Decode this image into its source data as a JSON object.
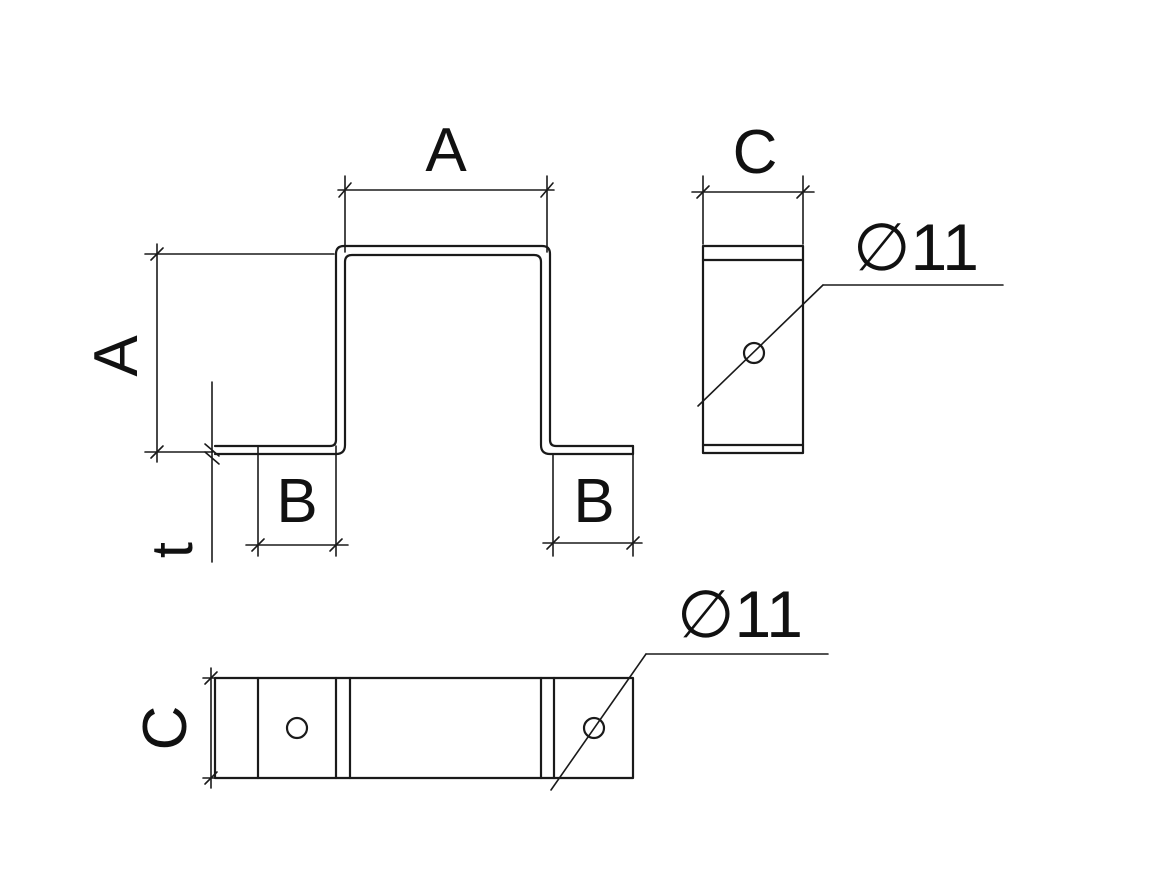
{
  "labels": {
    "front_width": "A",
    "front_height": "A",
    "flange_left": "B",
    "flange_right": "B",
    "thickness": "t",
    "side_width": "C",
    "side_hole": "∅11",
    "top_height": "C",
    "top_hole": "∅11"
  }
}
